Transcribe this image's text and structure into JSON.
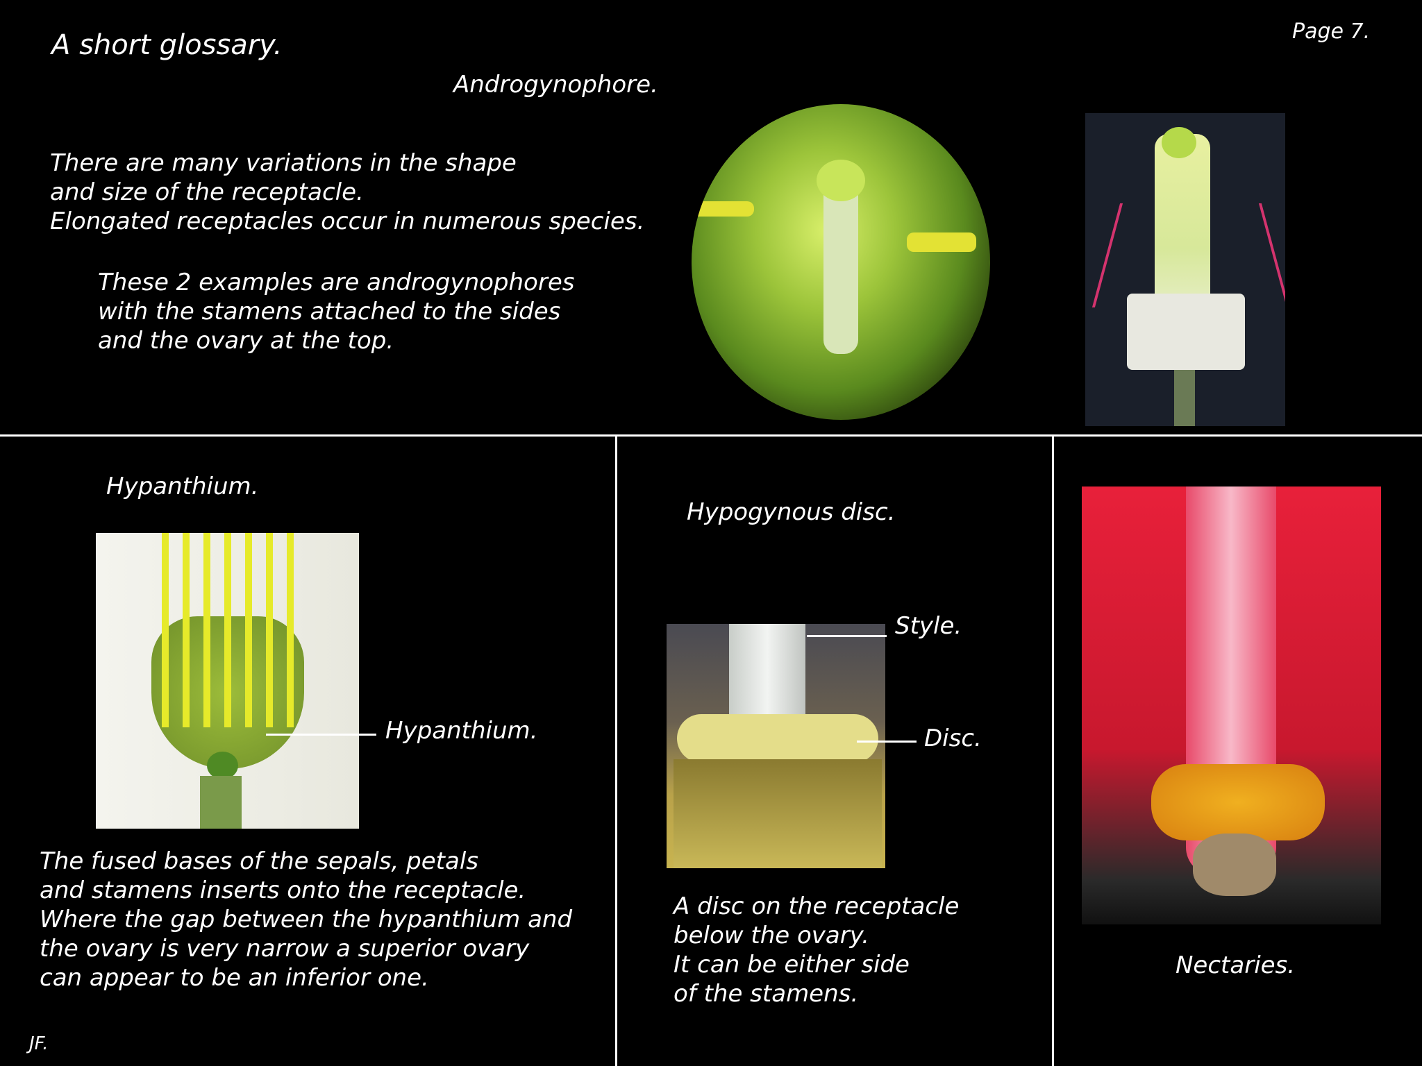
{
  "title": "A short glossary.",
  "page_label": "Page 7.",
  "author": "JF.",
  "androgynophore": {
    "heading": "Androgynophore.",
    "intro": [
      "There are many variations in the shape",
      " and size of the receptacle.",
      "Elongated receptacles occur in numerous species."
    ],
    "detail": [
      "These 2 examples are androgynophores",
      "with the stamens attached to the sides",
      "and the ovary at the top."
    ]
  },
  "hypanthium": {
    "heading": "Hypanthium.",
    "label": "Hypanthium.",
    "text": [
      "The fused bases of the sepals, petals",
      "and stamens inserts onto the receptacle.",
      "Where the gap between the hypanthium and",
      "the ovary is very narrow a superior ovary",
      "can appear to be an inferior one."
    ]
  },
  "disc": {
    "heading": "Hypogynous disc.",
    "label_style": "Style.",
    "label_disc": "Disc.",
    "text": [
      "A disc on the receptacle",
      "below the ovary.",
      "It can be either side",
      "of the stamens."
    ]
  },
  "nectaries": {
    "caption": "Nectaries."
  }
}
